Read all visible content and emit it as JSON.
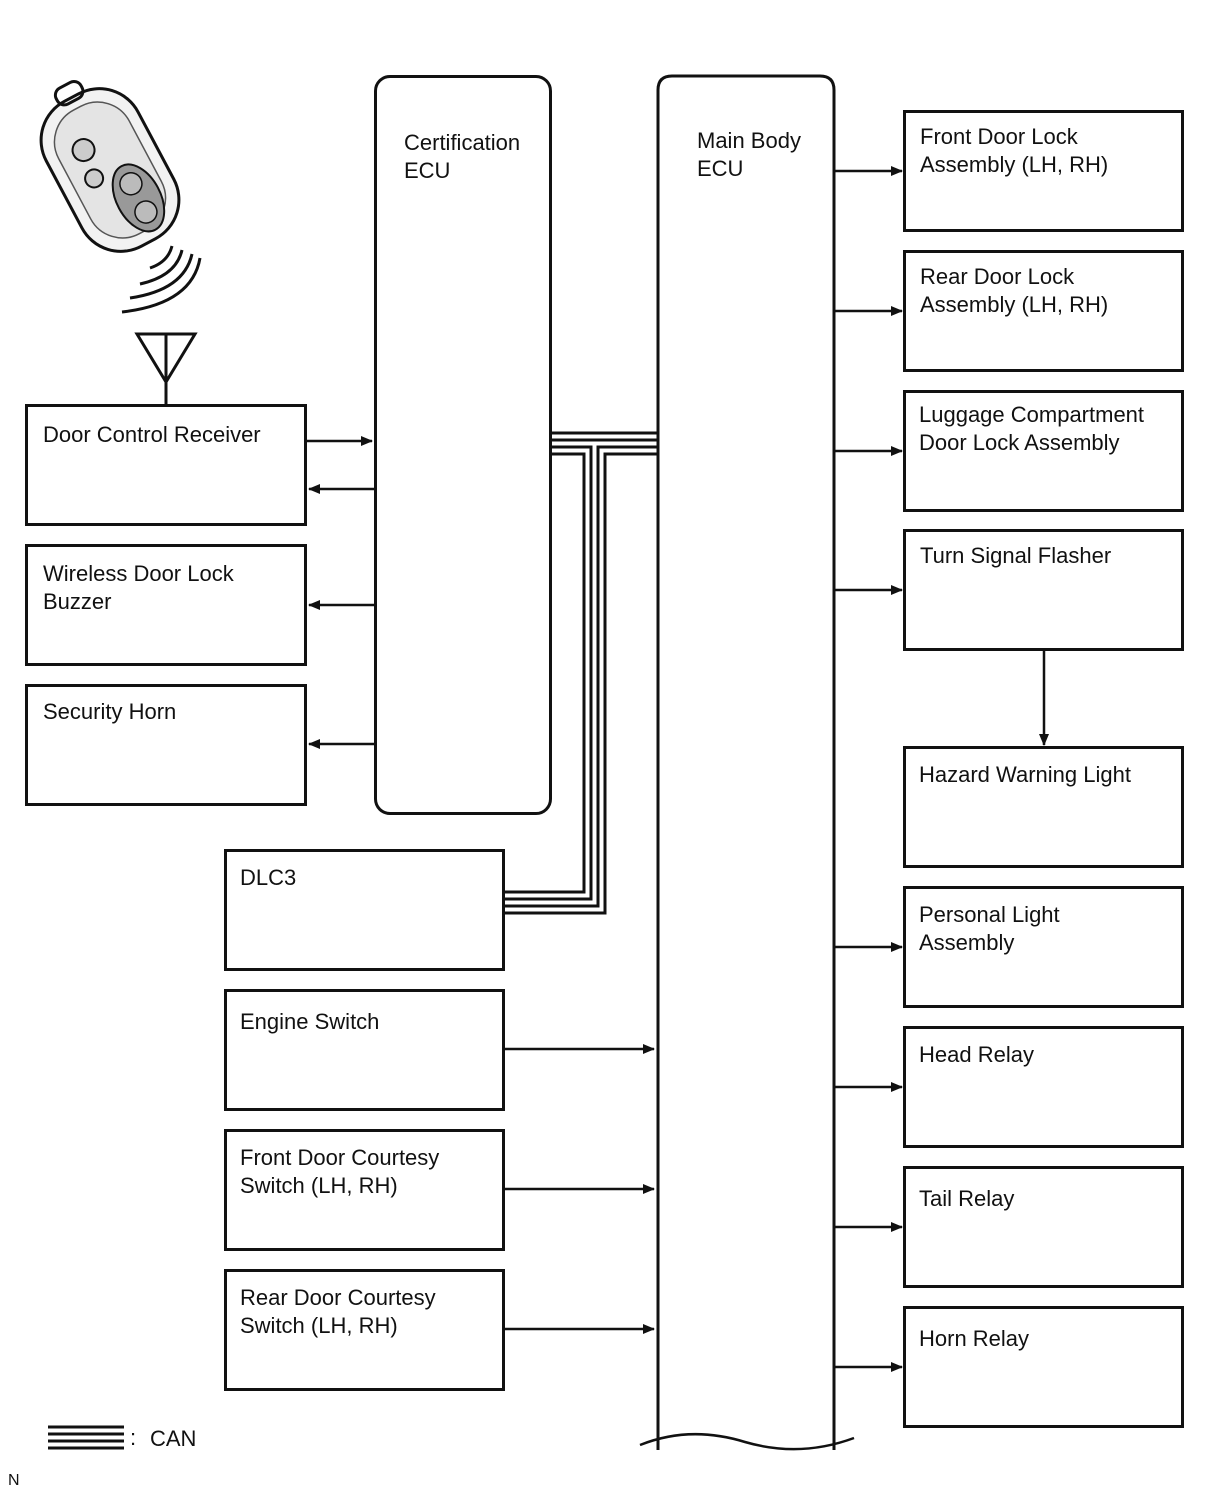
{
  "ecus": {
    "certification": "Certification\nECU",
    "main_body": "Main Body\nECU"
  },
  "left_boxes": {
    "door_control_receiver": "Door Control Receiver",
    "wireless_buzzer": "Wireless Door Lock\nBuzzer",
    "security_horn": "Security Horn"
  },
  "input_boxes": {
    "dlc3": "DLC3",
    "engine_switch": "Engine Switch",
    "front_courtesy": "Front Door Courtesy\nSwitch (LH, RH)",
    "rear_courtesy": "Rear Door Courtesy\nSwitch (LH, RH)"
  },
  "right_boxes": {
    "front_door_lock": "Front Door Lock\nAssembly (LH, RH)",
    "rear_door_lock": "Rear Door Lock\nAssembly (LH, RH)",
    "luggage_lock": "Luggage Compartment\nDoor Lock Assembly",
    "turn_signal": "Turn Signal Flasher",
    "hazard": "Hazard Warning Light",
    "personal_light": "Personal Light\nAssembly",
    "head_relay": "Head Relay",
    "tail_relay": "Tail Relay",
    "horn_relay": "Horn Relay"
  },
  "legend": {
    "label": "CAN",
    "separator": ":"
  },
  "corner_mark": "N",
  "icons": {
    "transmitter": "key-fob-icon",
    "antenna": "antenna-icon"
  }
}
